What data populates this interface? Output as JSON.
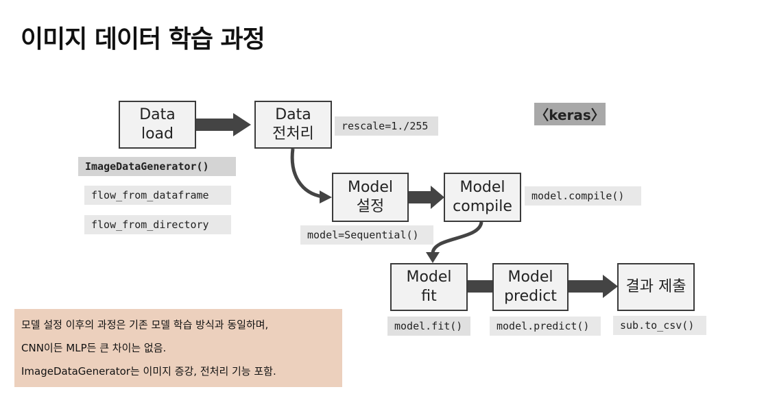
{
  "title": "이미지 데이터 학습 과정",
  "keras_label": "〈keras〉",
  "boxes": {
    "data_load": "Data\nload",
    "data_preprocess": "Data\n전처리",
    "model_setup": "Model\n설정",
    "model_compile": "Model\ncompile",
    "model_fit": "Model\nfit",
    "model_predict": "Model\npredict",
    "submit": "결과 제출"
  },
  "code_labels": {
    "image_data_generator": "ImageDataGenerator()",
    "flow_from_dataframe": "flow_from_dataframe",
    "flow_from_directory": "flow_from_directory",
    "rescale": "rescale=1./255",
    "sequential": "model=Sequential()",
    "compile": "model.compile()",
    "fit": "model.fit()",
    "predict": "model.predict()",
    "to_csv": "sub.to_csv()"
  },
  "note_lines": [
    "모델 설정 이후의 과정은 기존 모델 학습 방식과 동일하며,",
    "CNN이든 MLP든 큰 차이는 없음.",
    "ImageDataGenerator는 이미지 증강, 전처리 기능 포함."
  ]
}
